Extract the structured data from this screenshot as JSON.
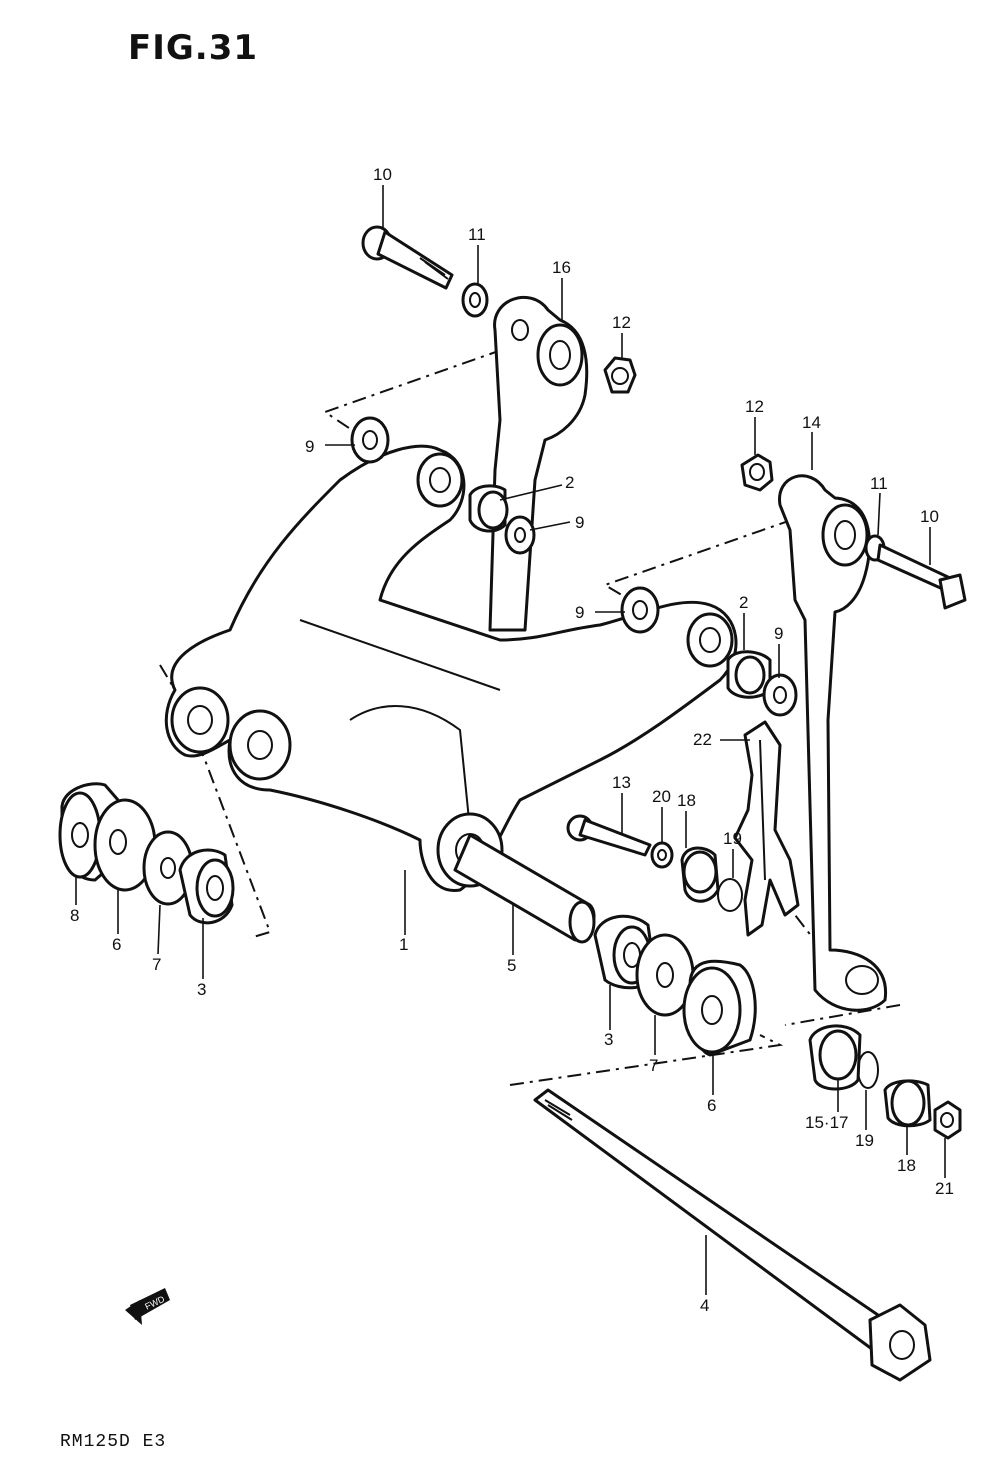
{
  "figure_title": "FIG.31",
  "model_code": "RM125D  E3",
  "callouts": [
    {
      "id": "c10a",
      "text": "10"
    },
    {
      "id": "c11a",
      "text": "11"
    },
    {
      "id": "c16",
      "text": "16"
    },
    {
      "id": "c12a",
      "text": "12"
    },
    {
      "id": "c9a",
      "text": "9"
    },
    {
      "id": "c2a",
      "text": "2"
    },
    {
      "id": "c9b",
      "text": "9"
    },
    {
      "id": "c12b",
      "text": "12"
    },
    {
      "id": "c14",
      "text": "14"
    },
    {
      "id": "c11b",
      "text": "11"
    },
    {
      "id": "c10b",
      "text": "10"
    },
    {
      "id": "c9c",
      "text": "9"
    },
    {
      "id": "c2b",
      "text": "2"
    },
    {
      "id": "c9d",
      "text": "9"
    },
    {
      "id": "c22",
      "text": "22"
    },
    {
      "id": "c13",
      "text": "13"
    },
    {
      "id": "c20",
      "text": "20"
    },
    {
      "id": "c18a",
      "text": "18"
    },
    {
      "id": "c19a",
      "text": "19"
    },
    {
      "id": "c8",
      "text": "8"
    },
    {
      "id": "c6a",
      "text": "6"
    },
    {
      "id": "c7a",
      "text": "7"
    },
    {
      "id": "c3a",
      "text": "3"
    },
    {
      "id": "c1",
      "text": "1"
    },
    {
      "id": "c5",
      "text": "5"
    },
    {
      "id": "c3b",
      "text": "3"
    },
    {
      "id": "c7b",
      "text": "7"
    },
    {
      "id": "c6b",
      "text": "6"
    },
    {
      "id": "c1517",
      "text": "15·17"
    },
    {
      "id": "c19b",
      "text": "19"
    },
    {
      "id": "c18b",
      "text": "18"
    },
    {
      "id": "c21",
      "text": "21"
    },
    {
      "id": "c4",
      "text": "4"
    }
  ]
}
